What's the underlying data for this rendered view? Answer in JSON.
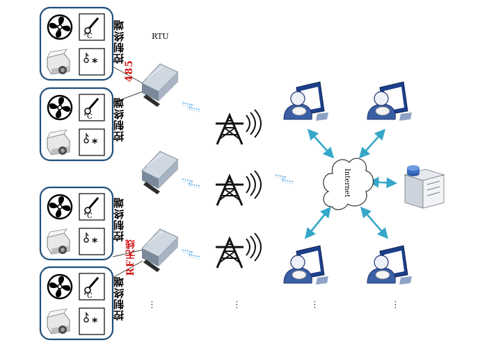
{
  "labels": {
    "rtu": "RTU",
    "terminal": "控制终端",
    "rs485": "485",
    "rf_wireless": "RF无线",
    "internet": "Internet",
    "ellipsis": "⋮"
  },
  "colors": {
    "card_border": "#1f4e79",
    "link_blue": "#35a7c9",
    "wave_blue": "#5aa9e6",
    "monitor_blue": "#1c3f8a",
    "user_blue": "#3a5fa5",
    "red_text": "#d21414"
  },
  "icons": [
    "fan-icon",
    "thermometer-icon",
    "printer-icon",
    "humidity-icon",
    "modem-icon",
    "tower-icon",
    "cloud-icon",
    "server-icon",
    "workstation-icon"
  ]
}
